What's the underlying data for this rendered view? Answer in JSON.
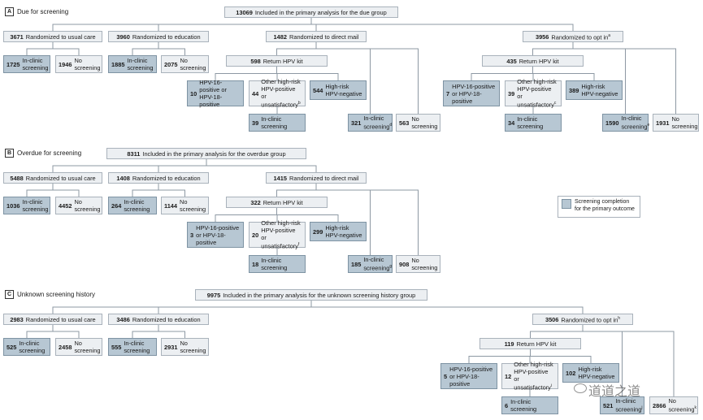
{
  "legend": {
    "text": "Screening completion for the primary outcome"
  },
  "watermark": {
    "text": "道道之道"
  },
  "sections": [
    {
      "letter": "A",
      "title": "Due for screening",
      "boxes": [
        {
          "id": "a_root",
          "n": "13069",
          "label": "Included in the primary analysis for the due group",
          "hl": false
        },
        {
          "id": "a_uc",
          "n": "3671",
          "label": "Randomized to usual care",
          "hl": false
        },
        {
          "id": "a_ed",
          "n": "3960",
          "label": "Randomized to education",
          "hl": false
        },
        {
          "id": "a_dm",
          "n": "1482",
          "label": "Randomized to direct mail",
          "hl": false
        },
        {
          "id": "a_oi",
          "n": "3956",
          "label": "Randomized to opt in",
          "sup": "a",
          "hl": false
        },
        {
          "id": "a_uc_ic",
          "n": "1725",
          "label": "In-clinic screening",
          "hl": true
        },
        {
          "id": "a_uc_ns",
          "n": "1946",
          "label": "No screening",
          "hl": false
        },
        {
          "id": "a_ed_ic",
          "n": "1885",
          "label": "In-clinic screening",
          "hl": true
        },
        {
          "id": "a_ed_ns",
          "n": "2075",
          "label": "No screening",
          "hl": false
        },
        {
          "id": "a_dm_kit",
          "n": "598",
          "label": "Return HPV kit",
          "hl": false
        },
        {
          "id": "a_dm_16",
          "n": "10",
          "label": "HPV-16-positive or HPV-18-positive",
          "hl": true
        },
        {
          "id": "a_dm_oth",
          "n": "44",
          "label": "Other high-risk HPV-positive or unsatisfactory",
          "sup": "b",
          "hl": false
        },
        {
          "id": "a_dm_neg",
          "n": "544",
          "label": "High-risk HPV-negative",
          "hl": true
        },
        {
          "id": "a_dm_oth_ic",
          "n": "39",
          "label": "In-clinic screening",
          "hl": true
        },
        {
          "id": "a_dm_ic",
          "n": "321",
          "label": "In-clinic screening",
          "sup": "d",
          "hl": true
        },
        {
          "id": "a_dm_ns",
          "n": "563",
          "label": "No screening",
          "hl": false
        },
        {
          "id": "a_oi_kit",
          "n": "435",
          "label": "Return HPV kit",
          "hl": false
        },
        {
          "id": "a_oi_16",
          "n": "7",
          "label": "HPV-16-positive or HPV-18-positive",
          "hl": true
        },
        {
          "id": "a_oi_oth",
          "n": "39",
          "label": "Other high-risk HPV-positive or unsatisfactory",
          "sup": "c",
          "hl": false
        },
        {
          "id": "a_oi_neg",
          "n": "389",
          "label": "High-risk HPV-negative",
          "hl": true
        },
        {
          "id": "a_oi_oth_ic",
          "n": "34",
          "label": "In-clinic screening",
          "hl": true
        },
        {
          "id": "a_oi_ic",
          "n": "1590",
          "label": "In-clinic screening",
          "sup": "e",
          "hl": true
        },
        {
          "id": "a_oi_ns",
          "n": "1931",
          "label": "No screening",
          "hl": false
        }
      ]
    },
    {
      "letter": "B",
      "title": "Overdue for screening",
      "boxes": [
        {
          "id": "b_root",
          "n": "8311",
          "label": "Included in the primary analysis for the overdue group",
          "hl": false
        },
        {
          "id": "b_uc",
          "n": "5488",
          "label": "Randomized to usual care",
          "hl": false
        },
        {
          "id": "b_ed",
          "n": "1408",
          "label": "Randomized to education",
          "hl": false
        },
        {
          "id": "b_dm",
          "n": "1415",
          "label": "Randomized to direct mail",
          "hl": false
        },
        {
          "id": "b_uc_ic",
          "n": "1036",
          "label": "In-clinic screening",
          "hl": true
        },
        {
          "id": "b_uc_ns",
          "n": "4452",
          "label": "No screening",
          "hl": false
        },
        {
          "id": "b_ed_ic",
          "n": "264",
          "label": "In-clinic screening",
          "hl": true
        },
        {
          "id": "b_ed_ns",
          "n": "1144",
          "label": "No screening",
          "hl": false
        },
        {
          "id": "b_dm_kit",
          "n": "322",
          "label": "Return HPV kit",
          "hl": false
        },
        {
          "id": "b_dm_16",
          "n": "3",
          "label": "HPV-16-positive or HPV-18-positive",
          "hl": true
        },
        {
          "id": "b_dm_oth",
          "n": "20",
          "label": "Other high-risk HPV-positive or unsatisfactory",
          "sup": "f",
          "hl": false
        },
        {
          "id": "b_dm_neg",
          "n": "299",
          "label": "High-risk HPV-negative",
          "hl": true
        },
        {
          "id": "b_dm_oth_ic",
          "n": "18",
          "label": "In-clinic screening",
          "hl": true
        },
        {
          "id": "b_dm_ic",
          "n": "185",
          "label": "In-clinic screening",
          "sup": "g",
          "hl": true
        },
        {
          "id": "b_dm_ns",
          "n": "908",
          "label": "No screening",
          "hl": false
        }
      ]
    },
    {
      "letter": "C",
      "title": "Unknown screening history",
      "boxes": [
        {
          "id": "c_root",
          "n": "9975",
          "label": "Included in the primary analysis for the unknown screening history group",
          "hl": false
        },
        {
          "id": "c_uc",
          "n": "2983",
          "label": "Randomized to usual care",
          "hl": false
        },
        {
          "id": "c_ed",
          "n": "3486",
          "label": "Randomized to education",
          "hl": false
        },
        {
          "id": "c_oi",
          "n": "3506",
          "label": "Randomized to opt in",
          "sup": "h",
          "hl": false
        },
        {
          "id": "c_uc_ic",
          "n": "525",
          "label": "In-clinic screening",
          "hl": true
        },
        {
          "id": "c_uc_ns",
          "n": "2458",
          "label": "No screening",
          "hl": false
        },
        {
          "id": "c_ed_ic",
          "n": "555",
          "label": "In-clinic screening",
          "hl": true
        },
        {
          "id": "c_ed_ns",
          "n": "2931",
          "label": "No screening",
          "hl": false
        },
        {
          "id": "c_oi_kit",
          "n": "119",
          "label": "Return HPV kit",
          "hl": false
        },
        {
          "id": "c_oi_16",
          "n": "5",
          "label": "HPV-16-positive or HPV-18-positive",
          "hl": true
        },
        {
          "id": "c_oi_oth",
          "n": "12",
          "label": "Other high-risk HPV-positive or unsatisfactory",
          "sup": "i",
          "hl": false
        },
        {
          "id": "c_oi_neg",
          "n": "102",
          "label": "High-risk HPV-negative",
          "hl": true
        },
        {
          "id": "c_oi_oth_ic",
          "n": "6",
          "label": "In-clinic screening",
          "hl": true
        },
        {
          "id": "c_oi_ic",
          "n": "521",
          "label": "In-clinic screening",
          "sup": "j",
          "hl": true
        },
        {
          "id": "c_oi_ns",
          "n": "2866",
          "label": "No screening",
          "sup": "k",
          "hl": false
        }
      ]
    }
  ]
}
